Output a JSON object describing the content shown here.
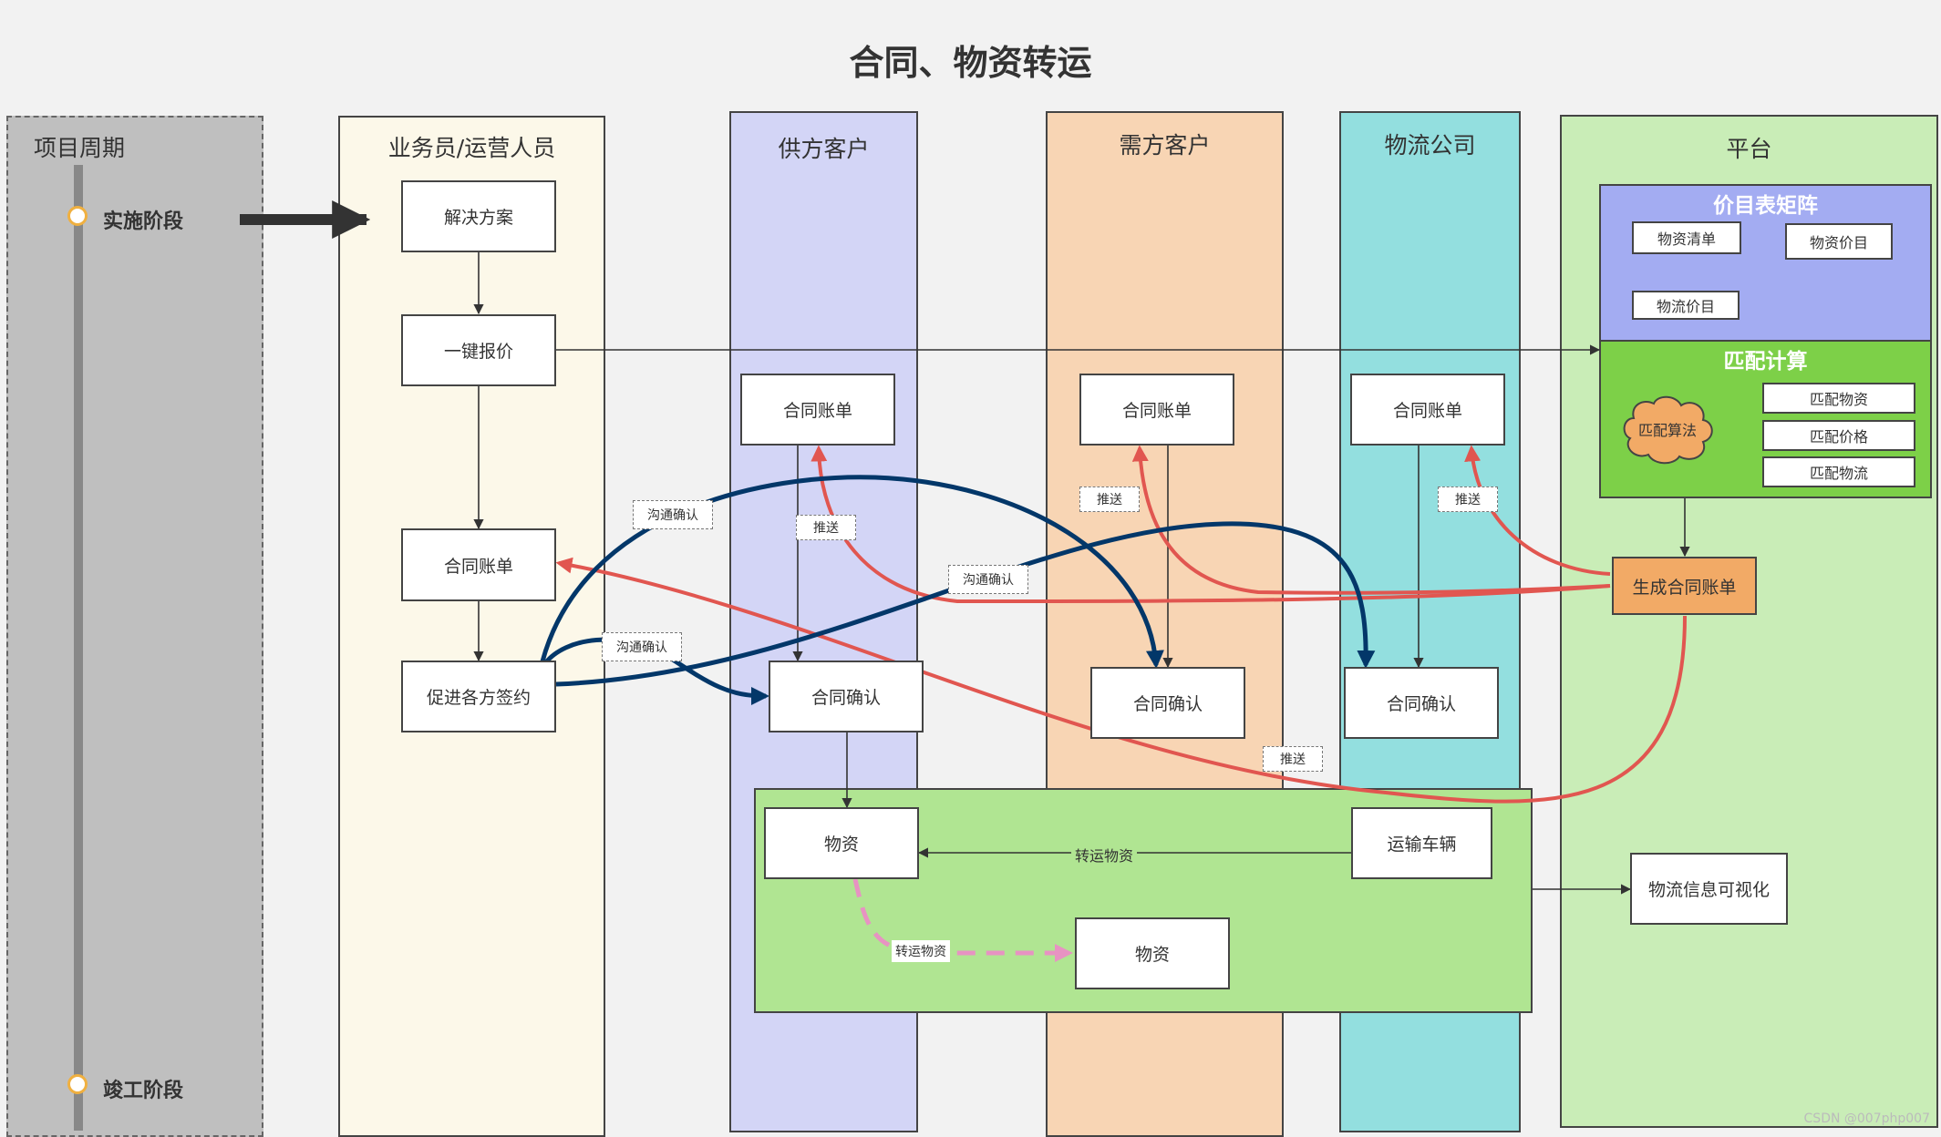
{
  "title": "合同、物资转运",
  "lifecycle": {
    "title": "项目周期",
    "phase_start": "实施阶段",
    "phase_end": "竣工阶段"
  },
  "lanes": {
    "salesperson": "业务员/运营人员",
    "supplier": "供方客户",
    "buyer": "需方客户",
    "logistics": "物流公司",
    "platform": "平台"
  },
  "nodes": {
    "solution": "解决方案",
    "one_click_quote": "一键报价",
    "sales_contract_bill": "合同账单",
    "promote_signing": "促进各方签约",
    "supplier_contract_bill": "合同账单",
    "supplier_contract_confirm": "合同确认",
    "buyer_contract_bill": "合同账单",
    "buyer_contract_confirm": "合同确认",
    "logistics_contract_bill": "合同账单",
    "logistics_contract_confirm": "合同确认",
    "goods_1": "物资",
    "goods_2": "物资",
    "transport_vehicle": "运输车辆",
    "logistics_visualization": "物流信息可视化",
    "generate_contract_bill": "生成合同账单"
  },
  "platform": {
    "price_matrix_title": "价目表矩阵",
    "material_list": "物资清单",
    "material_price": "物资价目",
    "logistics_price": "物流价目",
    "matching_title": "匹配计算",
    "matching_algorithm": "匹配算法",
    "match_material": "匹配物资",
    "match_price": "匹配价格",
    "match_logistics": "匹配物流"
  },
  "edge_labels": {
    "communicate_1": "沟通确认",
    "communicate_2": "沟通确认",
    "communicate_3": "沟通确认",
    "push_supplier": "推送",
    "push_buyer": "推送",
    "push_logistics": "推送",
    "push_sales": "推送",
    "transfer_goods_1": "转运物资",
    "transfer_goods_2": "转运物资"
  },
  "watermark": "CSDN @007php007",
  "colors": {
    "lifecycle_bg": "#bfbfbf",
    "sales_lane": "#fcf8e9",
    "supplier_lane": "#d3d5f6",
    "buyer_lane": "#f8d5b4",
    "logistics_lane": "#93dfdf",
    "platform_lane": "#c9edb7",
    "price_matrix_bg": "#a3acf2",
    "matching_bg": "#7dd048",
    "generate_bill": "#f2aa66",
    "transport_zone": "#b0e592",
    "communicate_arrow": "#033769",
    "push_arrow": "#e15650",
    "transfer_arrow": "#e793c2"
  }
}
